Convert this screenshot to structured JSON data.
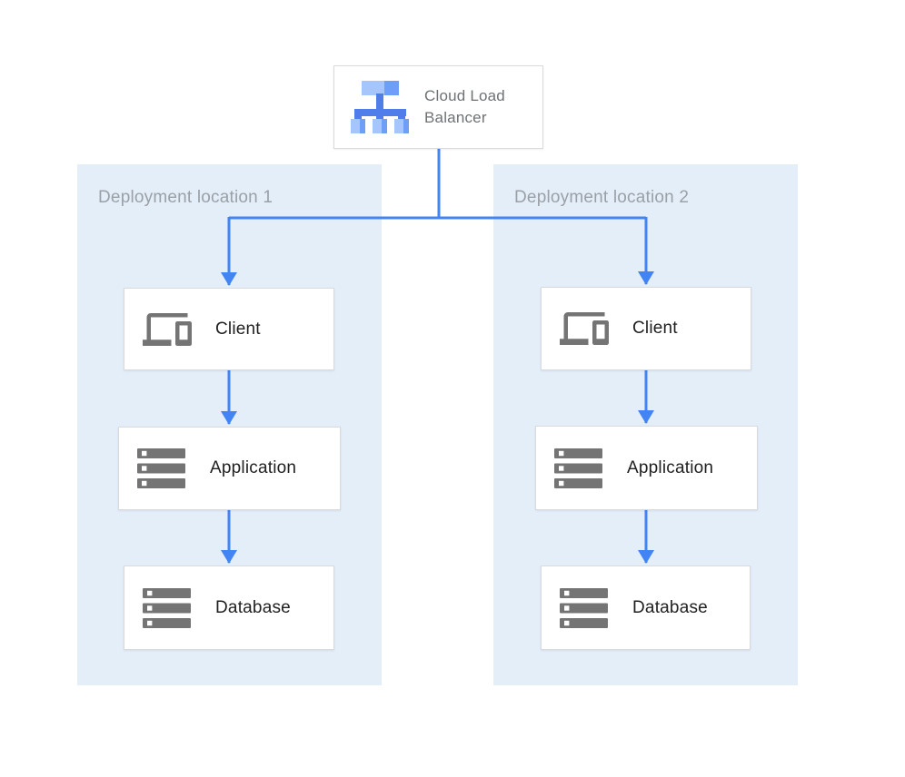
{
  "load_balancer": {
    "label": "Cloud Load Balancer",
    "icon": "cloud-load-balancer-icon"
  },
  "locations": [
    {
      "label": "Deployment location 1",
      "nodes": [
        {
          "label": "Client",
          "icon": "client-devices-icon"
        },
        {
          "label": "Application",
          "icon": "server-stack-icon"
        },
        {
          "label": "Database",
          "icon": "server-stack-icon"
        }
      ]
    },
    {
      "label": "Deployment location 2",
      "nodes": [
        {
          "label": "Client",
          "icon": "client-devices-icon"
        },
        {
          "label": "Application",
          "icon": "server-stack-icon"
        },
        {
          "label": "Database",
          "icon": "server-stack-icon"
        }
      ]
    }
  ],
  "colors": {
    "panel_background": "#E4EEF9",
    "arrow_blue": "#4284F4",
    "node_border": "#D8DADC",
    "node_text": "#212121",
    "lb_text_gray": "#6E7276",
    "panel_label_gray": "#9AA0A6",
    "icon_gray": "#747474",
    "lb_icon_light_blue": "#A6C5FA",
    "lb_icon_medium_blue": "#6D9EF8",
    "lb_icon_dark_blue": "#4F7DE9"
  }
}
